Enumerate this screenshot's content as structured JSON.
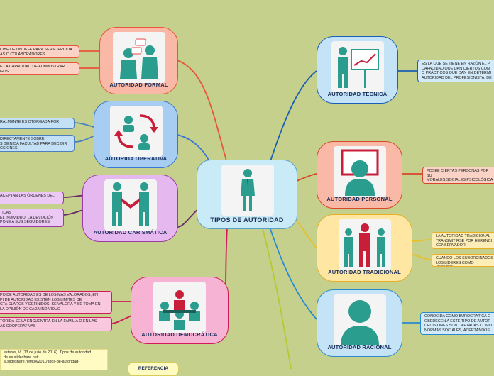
{
  "center": {
    "title": "TIPOS DE AUTORIDAD",
    "icon": "businessman-icon"
  },
  "nodes": {
    "formal": {
      "label": "AUTORIDAD FORMAL",
      "icon": "people-chatting-icon",
      "color": "#f9b9a6"
    },
    "operativa": {
      "label": "AUTORIDA OPERATIVA",
      "icon": "exchange-people-icon",
      "color": "#a8cdf2"
    },
    "carismatica": {
      "label": "AUTORIDAD CARISMÁTICA",
      "icon": "handshake-icon",
      "color": "#e6b8f0"
    },
    "democratica": {
      "label": "AUTORIDAD DEMOCRÁTICA",
      "icon": "meeting-icon",
      "color": "#f7b3d4"
    },
    "tecnica": {
      "label": "AUTORIDAD TÉCNICA",
      "icon": "presentation-icon",
      "color": "#c4e3f7"
    },
    "personal": {
      "label": "AUTORIDAD PERSONAL",
      "icon": "presenter-screen-icon",
      "color": "#f9b9a6"
    },
    "tradicional": {
      "label": "AUTORIDAD TRADICIONAL",
      "icon": "group-leader-icon",
      "color": "#ffe6a3"
    },
    "racional": {
      "label": "AUTORIDAD RACIONAL",
      "icon": "user-icon",
      "color": "#c4e3f7"
    }
  },
  "notes": {
    "formal_1": "CIBE DE UN JEFE PARA SER EJERCIDA\nAS O COLABORADORES",
    "formal_2": "E LA CAPACIDAD DE ADMINISTRAR\nGOS",
    "operativa_1": "RALMENTE ES OTORGADA POR",
    "operativa_2": "DIRECTAMENTE SOBRE\nS BIEN DA FACULTAD PARA DECIDIR\nCCIONES",
    "carismatica_1": "ACEPTAN LAS ÓRDENES DEL",
    "carismatica_2": "TICAS\nEL INDIVIDUO, LA DEVOCIÓN\nPONE A SUS SEGUIDORES.",
    "democratica_1": "PO DE AUTORIDAD ES DE LOS MÁS VALORADOS, EN\nPI DE AUTORIDAD EXISTEN LOS LIMITES DE\nCTA CLAROS Y DEFINIDOS, SE VALORA Y SE TOMA EN\nLA OPINIÓN DE CADA INDIVIDUO",
    "democratica_2": "TORIDA SE LA ENCUENTRA EN LA FAMILIA O EN LAS\nAS COOPERATIVAS",
    "tecnica_1": "ES LA QUE SE TIENE EN RAZÓN EL P\nCAPACIDAD QUE DAN  CIERTOS CON\nO PRÁCTICOS QUE DAN EN DETERMI\nAUTORIDAD DEL PROFESIONISTA, DE",
    "personal_1": "POSEE CIERTAS PERSONAS POR SU\nMORALES,SOCIALES,PSICOLÓGICA\nINFLUENCIA SOBRE LAS DEMÁS P",
    "tradicional_1": "LA AUTORIDAD TRADICIONAL\nTRANSMITIRSE POR HERENCI\nCONSERVADOR",
    "tradicional_2": "CUANDO LOS SUBORDINADOS\nLOS LIDERES COMO JUSTIFICA",
    "racional_1": "CONOCIDA COMO BUROCRÁTICA O\nOBEDECEN A ESTE TIPO DE AUTOR\nDECISIONES SON CAPTADAS COMO\nNORMAS SOCIALES, ACEPTÁNDOS"
  },
  "citation": "esteros, V. (13 de julio de 2016). Tipos de autoridad.\nde es.slideshare.net:\nw.slideshare.net/kov2011/tipos-de-autoridad-",
  "bottom_node": "REFERENCIA"
}
